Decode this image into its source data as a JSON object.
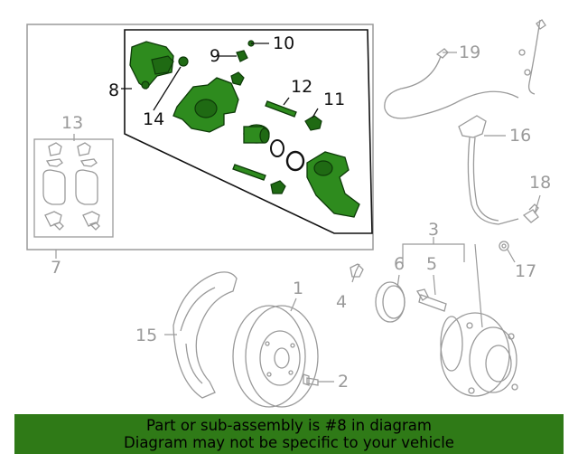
{
  "callouts": {
    "c1": "1",
    "c2": "2",
    "c3": "3",
    "c4": "4",
    "c5": "5",
    "c6": "6",
    "c7": "7",
    "c8": "8",
    "c9": "9",
    "c10": "10",
    "c11": "11",
    "c12": "12",
    "c13": "13",
    "c14": "14",
    "c15": "15",
    "c16": "16",
    "c17": "17",
    "c18": "18",
    "c19": "19"
  },
  "banner": {
    "line1": "Part or sub-assembly is #8 in diagram",
    "line2": "Diagram may not be specific to your vehicle"
  },
  "colors": {
    "highlight_part": "#2e8b1e",
    "banner_bg": "#2f7a17",
    "outline_grey": "#9a9a9a"
  }
}
